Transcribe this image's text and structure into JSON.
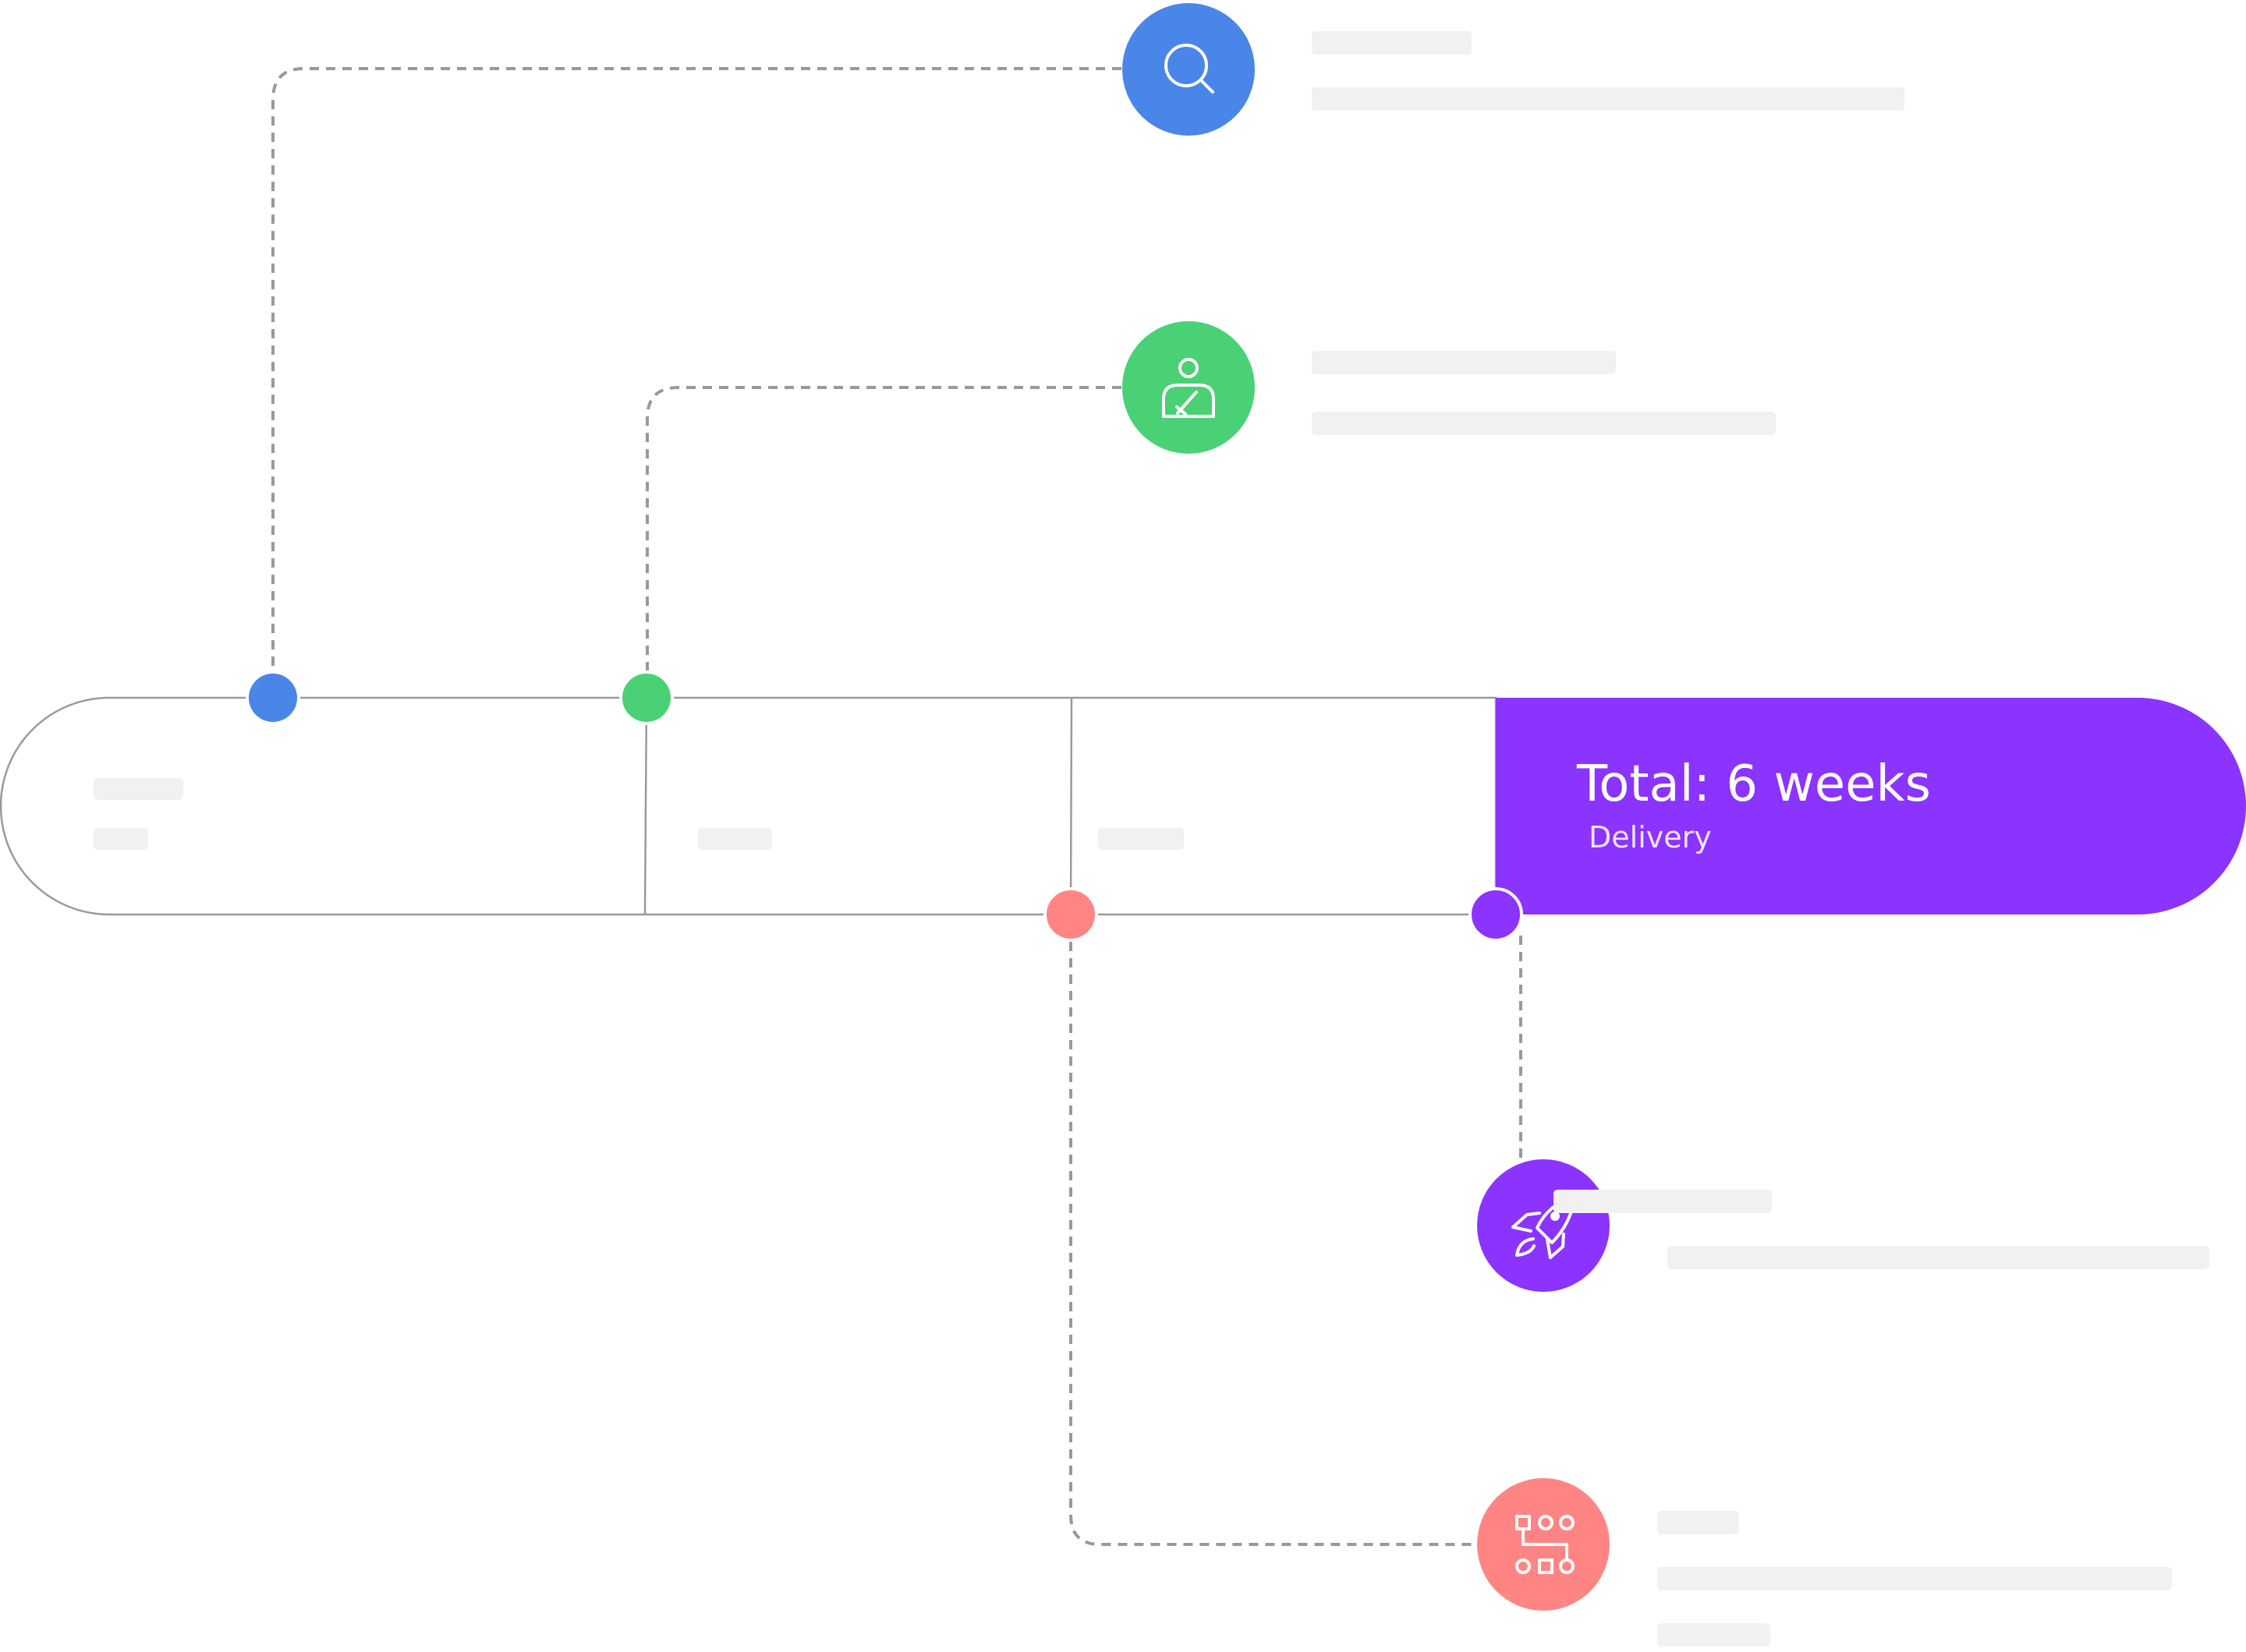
{
  "colors": {
    "blue": "#4a86e8",
    "green": "#4ad175",
    "salmon": "#ff8585",
    "purple": "#8b33ff",
    "line": "#9a9a9a",
    "dash": "#999999"
  },
  "timeline": {
    "total_label": "Total: 6 weeks",
    "current_phase_label": "Delivery"
  },
  "milestones": [
    {
      "id": "research",
      "icon": "search-icon",
      "color": "#4a86e8"
    },
    {
      "id": "design",
      "icon": "person-pencil-icon",
      "color": "#4ad175"
    },
    {
      "id": "development",
      "icon": "workflow-icon",
      "color": "#ff8585"
    },
    {
      "id": "delivery",
      "icon": "rocket-icon",
      "color": "#8b33ff"
    }
  ]
}
